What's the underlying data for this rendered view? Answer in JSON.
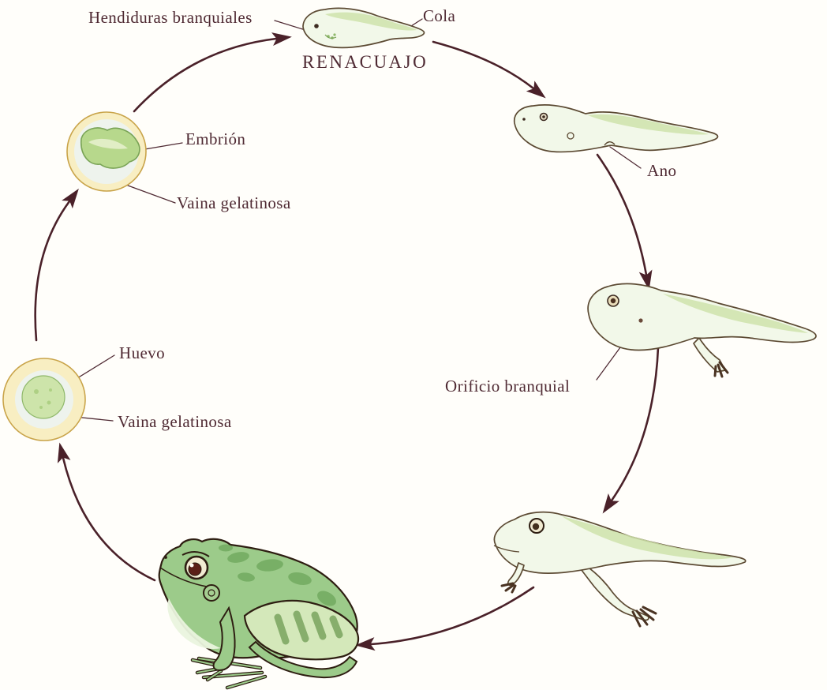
{
  "diagram": {
    "stage_caption": "RENACUAJO",
    "labels": {
      "gill_slits": "Hendiduras branquiales",
      "tail": "Cola",
      "anus": "Ano",
      "gill_opening": "Orificio branquial",
      "embryo": "Embrión",
      "embryo_sheath": "Vaina gelatinosa",
      "egg": "Huevo",
      "egg_sheath": "Vaina gelatinosa"
    },
    "colors": {
      "paper": "#fffefa",
      "label_text": "#4f2a33",
      "arrow": "#4a2129",
      "creature_outline": "#5c4a33",
      "creature_fill": "#f2f8e9",
      "creature_shade": "#cfe3ab",
      "frog_green": "#9ccb8a",
      "frog_dark_green": "#6fa75c",
      "egg_ring": "#f8eec2",
      "egg_ring_edge": "#c9a44a",
      "egg_interior": "#eef3ed",
      "egg_center": "#cde4aa",
      "embryo_green": "#b7d88c"
    }
  }
}
